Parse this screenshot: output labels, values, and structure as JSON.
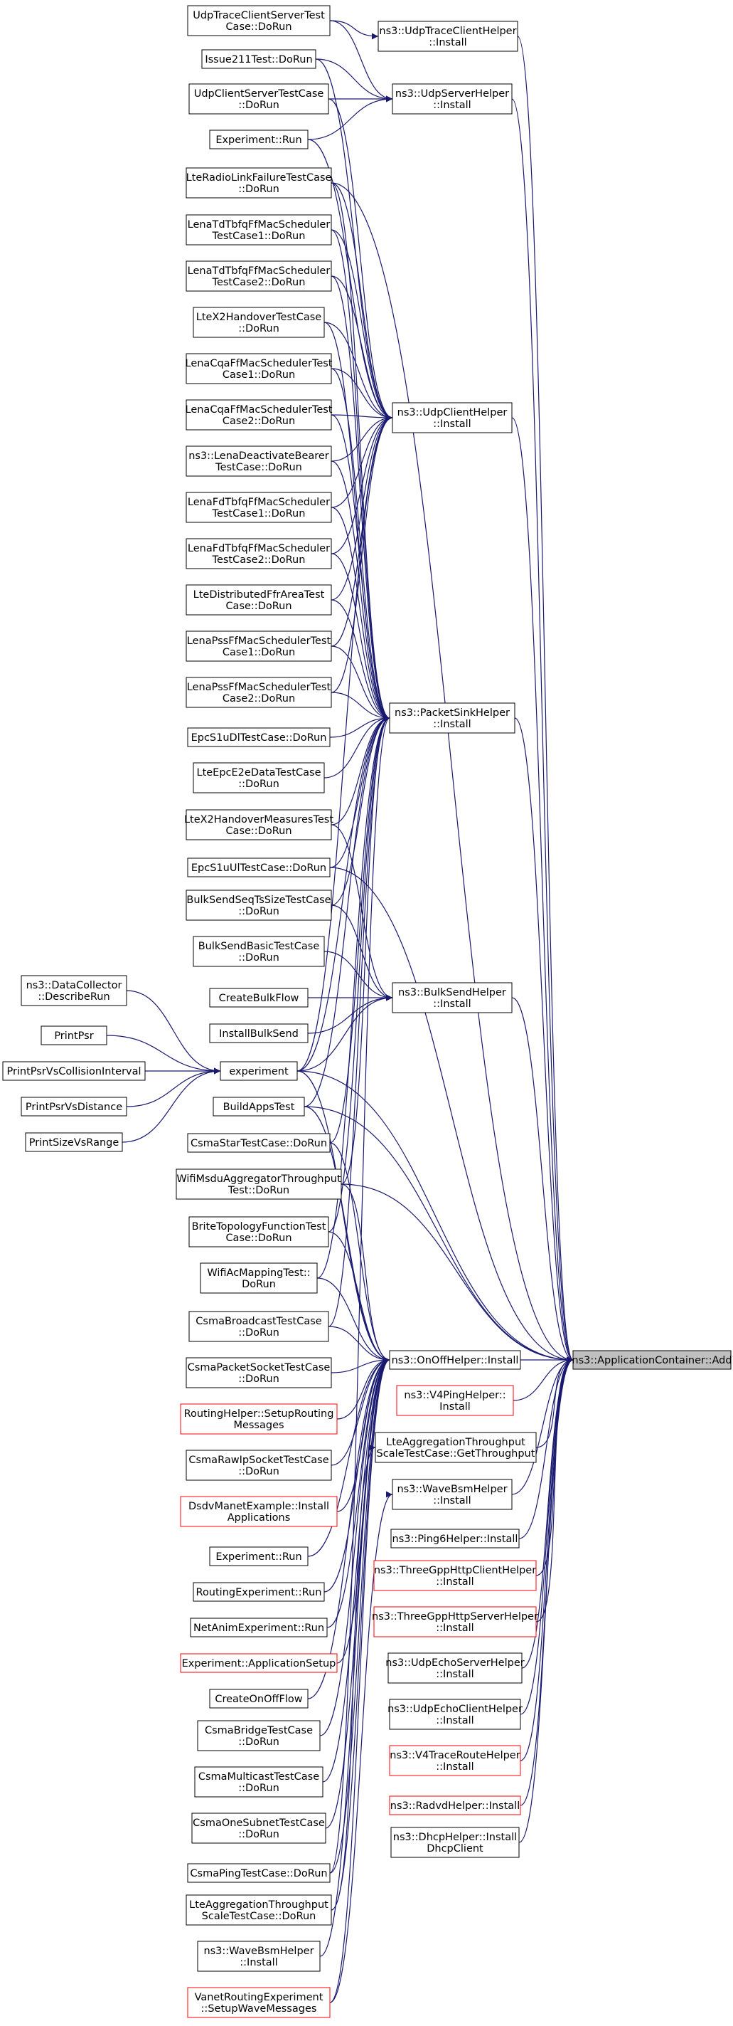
{
  "nodes": [
    {
      "id": "udpTraceClientServerTest",
      "lines": [
        "UdpTraceClientServerTest",
        "Case::DoRun"
      ],
      "variant": "normal"
    },
    {
      "id": "issue211Test",
      "lines": [
        "Issue211Test::DoRun"
      ],
      "variant": "normal"
    },
    {
      "id": "udpClientServerTestCase",
      "lines": [
        "UdpClientServerTestCase",
        "::DoRun"
      ],
      "variant": "normal"
    },
    {
      "id": "experimentRun1",
      "lines": [
        "Experiment::Run"
      ],
      "variant": "normal"
    },
    {
      "id": "lteRadioLinkFailure",
      "lines": [
        "LteRadioLinkFailureTestCase",
        "::DoRun"
      ],
      "variant": "normal"
    },
    {
      "id": "lenaTdTbfq1",
      "lines": [
        "LenaTdTbfqFfMacScheduler",
        "TestCase1::DoRun"
      ],
      "variant": "normal"
    },
    {
      "id": "lenaTdTbfq2",
      "lines": [
        "LenaTdTbfqFfMacScheduler",
        "TestCase2::DoRun"
      ],
      "variant": "normal"
    },
    {
      "id": "lteX2Handover",
      "lines": [
        "LteX2HandoverTestCase",
        "::DoRun"
      ],
      "variant": "normal"
    },
    {
      "id": "lenaCqa1",
      "lines": [
        "LenaCqaFfMacSchedulerTest",
        "Case1::DoRun"
      ],
      "variant": "normal"
    },
    {
      "id": "lenaCqa2",
      "lines": [
        "LenaCqaFfMacSchedulerTest",
        "Case2::DoRun"
      ],
      "variant": "normal"
    },
    {
      "id": "lenaDeactivateBearer",
      "lines": [
        "ns3::LenaDeactivateBearer",
        "TestCase::DoRun"
      ],
      "variant": "normal"
    },
    {
      "id": "lenaFdTbfq1",
      "lines": [
        "LenaFdTbfqFfMacScheduler",
        "TestCase1::DoRun"
      ],
      "variant": "normal"
    },
    {
      "id": "lenaFdTbfq2",
      "lines": [
        "LenaFdTbfqFfMacScheduler",
        "TestCase2::DoRun"
      ],
      "variant": "normal"
    },
    {
      "id": "lteDistributedFfr",
      "lines": [
        "LteDistributedFfrAreaTest",
        "Case::DoRun"
      ],
      "variant": "normal"
    },
    {
      "id": "lenaPss1",
      "lines": [
        "LenaPssFfMacSchedulerTest",
        "Case1::DoRun"
      ],
      "variant": "normal"
    },
    {
      "id": "lenaPss2",
      "lines": [
        "LenaPssFfMacSchedulerTest",
        "Case2::DoRun"
      ],
      "variant": "normal"
    },
    {
      "id": "epcS1uDl",
      "lines": [
        "EpcS1uDlTestCase::DoRun"
      ],
      "variant": "normal"
    },
    {
      "id": "lteEpcE2eData",
      "lines": [
        "LteEpcE2eDataTestCase",
        "::DoRun"
      ],
      "variant": "normal"
    },
    {
      "id": "lteX2HandoverMeasures",
      "lines": [
        "LteX2HandoverMeasuresTest",
        "Case::DoRun"
      ],
      "variant": "normal"
    },
    {
      "id": "epcS1uUl",
      "lines": [
        "EpcS1uUlTestCase::DoRun"
      ],
      "variant": "normal"
    },
    {
      "id": "bulkSendSeqTs",
      "lines": [
        "BulkSendSeqTsSizeTestCase",
        "::DoRun"
      ],
      "variant": "normal"
    },
    {
      "id": "bulkSendBasic",
      "lines": [
        "BulkSendBasicTestCase",
        "::DoRun"
      ],
      "variant": "normal"
    },
    {
      "id": "createBulkFlow",
      "lines": [
        "CreateBulkFlow"
      ],
      "variant": "normal"
    },
    {
      "id": "installBulkSend",
      "lines": [
        "InstallBulkSend"
      ],
      "variant": "normal"
    },
    {
      "id": "dataCollector",
      "lines": [
        "ns3::DataCollector",
        "::DescribeRun"
      ],
      "variant": "normal"
    },
    {
      "id": "printPsr",
      "lines": [
        "PrintPsr"
      ],
      "variant": "normal"
    },
    {
      "id": "printPsrCollision",
      "lines": [
        "PrintPsrVsCollisionInterval"
      ],
      "variant": "normal"
    },
    {
      "id": "printPsrDistance",
      "lines": [
        "PrintPsrVsDistance"
      ],
      "variant": "normal"
    },
    {
      "id": "printSizeRange",
      "lines": [
        "PrintSizeVsRange"
      ],
      "variant": "normal"
    },
    {
      "id": "experiment",
      "lines": [
        "experiment"
      ],
      "variant": "normal"
    },
    {
      "id": "buildAppsTest",
      "lines": [
        "BuildAppsTest"
      ],
      "variant": "normal"
    },
    {
      "id": "csmaStar",
      "lines": [
        "CsmaStarTestCase::DoRun"
      ],
      "variant": "normal"
    },
    {
      "id": "wifiMsduAggregator",
      "lines": [
        "WifiMsduAggregatorThroughput",
        "Test::DoRun"
      ],
      "variant": "normal"
    },
    {
      "id": "briteTopology",
      "lines": [
        "BriteTopologyFunctionTest",
        "Case::DoRun"
      ],
      "variant": "normal"
    },
    {
      "id": "wifiAcMapping",
      "lines": [
        "WifiAcMappingTest::",
        "DoRun"
      ],
      "variant": "normal"
    },
    {
      "id": "csmaBroadcast",
      "lines": [
        "CsmaBroadcastTestCase",
        "::DoRun"
      ],
      "variant": "normal"
    },
    {
      "id": "csmaPacketSocket",
      "lines": [
        "CsmaPacketSocketTestCase",
        "::DoRun"
      ],
      "variant": "normal"
    },
    {
      "id": "routingHelperSetup",
      "lines": [
        "RoutingHelper::SetupRouting",
        "Messages"
      ],
      "variant": "red"
    },
    {
      "id": "csmaRawIpSocket",
      "lines": [
        "CsmaRawIpSocketTestCase",
        "::DoRun"
      ],
      "variant": "normal"
    },
    {
      "id": "dsdvManet",
      "lines": [
        "DsdvManetExample::Install",
        "Applications"
      ],
      "variant": "red"
    },
    {
      "id": "experimentRun2",
      "lines": [
        "Experiment::Run"
      ],
      "variant": "normal"
    },
    {
      "id": "routingExperimentRun",
      "lines": [
        "RoutingExperiment::Run"
      ],
      "variant": "normal"
    },
    {
      "id": "netAnimExperimentRun",
      "lines": [
        "NetAnimExperiment::Run"
      ],
      "variant": "normal"
    },
    {
      "id": "experimentAppSetup",
      "lines": [
        "Experiment::ApplicationSetup"
      ],
      "variant": "red"
    },
    {
      "id": "createOnOffFlow",
      "lines": [
        "CreateOnOffFlow"
      ],
      "variant": "normal"
    },
    {
      "id": "csmaBridge",
      "lines": [
        "CsmaBridgeTestCase",
        "::DoRun"
      ],
      "variant": "normal"
    },
    {
      "id": "csmaMulticast",
      "lines": [
        "CsmaMulticastTestCase",
        "::DoRun"
      ],
      "variant": "normal"
    },
    {
      "id": "csmaOneSubnet",
      "lines": [
        "CsmaOneSubnetTestCase",
        "::DoRun"
      ],
      "variant": "normal"
    },
    {
      "id": "csmaPing",
      "lines": [
        "CsmaPingTestCase::DoRun"
      ],
      "variant": "normal"
    },
    {
      "id": "lteAggThroughputDoRun",
      "lines": [
        "LteAggregationThroughput",
        "ScaleTestCase::DoRun"
      ],
      "variant": "normal"
    },
    {
      "id": "waveBsmHelperLeft",
      "lines": [
        "ns3::WaveBsmHelper",
        "::Install"
      ],
      "variant": "normal"
    },
    {
      "id": "vanetRouting",
      "lines": [
        "VanetRoutingExperiment",
        "::SetupWaveMessages"
      ],
      "variant": "red"
    },
    {
      "id": "udpTraceClientHelper",
      "lines": [
        "ns3::UdpTraceClientHelper",
        "::Install"
      ],
      "variant": "normal"
    },
    {
      "id": "udpServerHelper",
      "lines": [
        "ns3::UdpServerHelper",
        "::Install"
      ],
      "variant": "normal"
    },
    {
      "id": "udpClientHelper",
      "lines": [
        "ns3::UdpClientHelper",
        "::Install"
      ],
      "variant": "normal"
    },
    {
      "id": "packetSinkHelper",
      "lines": [
        "ns3::PacketSinkHelper",
        "::Install"
      ],
      "variant": "normal"
    },
    {
      "id": "bulkSendHelper",
      "lines": [
        "ns3::BulkSendHelper",
        "::Install"
      ],
      "variant": "normal"
    },
    {
      "id": "onOffHelper",
      "lines": [
        "ns3::OnOffHelper::Install"
      ],
      "variant": "normal"
    },
    {
      "id": "v4PingHelper",
      "lines": [
        "ns3::V4PingHelper::",
        "Install"
      ],
      "variant": "red"
    },
    {
      "id": "lteAggThroughputGet",
      "lines": [
        "LteAggregationThroughput",
        "ScaleTestCase::GetThroughput"
      ],
      "variant": "normal"
    },
    {
      "id": "waveBsmHelperRight",
      "lines": [
        "ns3::WaveBsmHelper",
        "::Install"
      ],
      "variant": "normal"
    },
    {
      "id": "ping6Helper",
      "lines": [
        "ns3::Ping6Helper::Install"
      ],
      "variant": "normal"
    },
    {
      "id": "threeGppClient",
      "lines": [
        "ns3::ThreeGppHttpClientHelper",
        "::Install"
      ],
      "variant": "red"
    },
    {
      "id": "threeGppServer",
      "lines": [
        "ns3::ThreeGppHttpServerHelper",
        "::Install"
      ],
      "variant": "red"
    },
    {
      "id": "udpEchoServer",
      "lines": [
        "ns3::UdpEchoServerHelper",
        "::Install"
      ],
      "variant": "normal"
    },
    {
      "id": "udpEchoClient",
      "lines": [
        "ns3::UdpEchoClientHelper",
        "::Install"
      ],
      "variant": "normal"
    },
    {
      "id": "v4TraceRoute",
      "lines": [
        "ns3::V4TraceRouteHelper",
        "::Install"
      ],
      "variant": "red"
    },
    {
      "id": "radvdHelper",
      "lines": [
        "ns3::RadvdHelper::Install"
      ],
      "variant": "red"
    },
    {
      "id": "dhcpHelper",
      "lines": [
        "ns3::DhcpHelper::Install",
        "DhcpClient"
      ],
      "variant": "normal"
    },
    {
      "id": "applicationContainerAdd",
      "lines": [
        "ns3::ApplicationContainer::Add"
      ],
      "variant": "target"
    }
  ],
  "edges": [
    [
      "udpTraceClientServerTest",
      "udpTraceClientHelper"
    ],
    [
      "udpTraceClientServerTest",
      "udpServerHelper"
    ],
    [
      "issue211Test",
      "udpServerHelper"
    ],
    [
      "issue211Test",
      "udpClientHelper"
    ],
    [
      "udpClientServerTestCase",
      "udpServerHelper"
    ],
    [
      "udpClientServerTestCase",
      "udpClientHelper"
    ],
    [
      "experimentRun1",
      "udpServerHelper"
    ],
    [
      "experimentRun1",
      "udpClientHelper"
    ],
    [
      "lteRadioLinkFailure",
      "udpClientHelper"
    ],
    [
      "lteRadioLinkFailure",
      "packetSinkHelper"
    ],
    [
      "lteRadioLinkFailure",
      "applicationContainerAdd"
    ],
    [
      "lenaTdTbfq1",
      "udpClientHelper"
    ],
    [
      "lenaTdTbfq1",
      "packetSinkHelper"
    ],
    [
      "lenaTdTbfq2",
      "udpClientHelper"
    ],
    [
      "lenaTdTbfq2",
      "packetSinkHelper"
    ],
    [
      "lteX2Handover",
      "udpClientHelper"
    ],
    [
      "lteX2Handover",
      "packetSinkHelper"
    ],
    [
      "lenaCqa1",
      "udpClientHelper"
    ],
    [
      "lenaCqa1",
      "packetSinkHelper"
    ],
    [
      "lenaCqa2",
      "udpClientHelper"
    ],
    [
      "lenaCqa2",
      "packetSinkHelper"
    ],
    [
      "lenaDeactivateBearer",
      "udpClientHelper"
    ],
    [
      "lenaDeactivateBearer",
      "packetSinkHelper"
    ],
    [
      "lenaFdTbfq1",
      "udpClientHelper"
    ],
    [
      "lenaFdTbfq1",
      "packetSinkHelper"
    ],
    [
      "lenaFdTbfq2",
      "udpClientHelper"
    ],
    [
      "lenaFdTbfq2",
      "packetSinkHelper"
    ],
    [
      "lteDistributedFfr",
      "udpClientHelper"
    ],
    [
      "lteDistributedFfr",
      "packetSinkHelper"
    ],
    [
      "lenaPss1",
      "udpClientHelper"
    ],
    [
      "lenaPss1",
      "packetSinkHelper"
    ],
    [
      "lenaPss2",
      "udpClientHelper"
    ],
    [
      "lenaPss2",
      "packetSinkHelper"
    ],
    [
      "epcS1uDl",
      "packetSinkHelper"
    ],
    [
      "lteEpcE2eData",
      "packetSinkHelper"
    ],
    [
      "lteX2HandoverMeasures",
      "packetSinkHelper"
    ],
    [
      "lteX2HandoverMeasures",
      "bulkSendHelper"
    ],
    [
      "epcS1uUl",
      "packetSinkHelper"
    ],
    [
      "epcS1uUl",
      "applicationContainerAdd"
    ],
    [
      "bulkSendSeqTs",
      "packetSinkHelper"
    ],
    [
      "bulkSendSeqTs",
      "bulkSendHelper"
    ],
    [
      "bulkSendBasic",
      "bulkSendHelper"
    ],
    [
      "createBulkFlow",
      "bulkSendHelper"
    ],
    [
      "installBulkSend",
      "bulkSendHelper"
    ],
    [
      "dataCollector",
      "experiment"
    ],
    [
      "printPsr",
      "experiment"
    ],
    [
      "printPsrCollision",
      "experiment"
    ],
    [
      "printPsrDistance",
      "experiment"
    ],
    [
      "printSizeRange",
      "experiment"
    ],
    [
      "experiment",
      "packetSinkHelper"
    ],
    [
      "experiment",
      "bulkSendHelper"
    ],
    [
      "experiment",
      "udpClientHelper"
    ],
    [
      "experiment",
      "onOffHelper"
    ],
    [
      "experiment",
      "applicationContainerAdd"
    ],
    [
      "buildAppsTest",
      "packetSinkHelper"
    ],
    [
      "buildAppsTest",
      "onOffHelper"
    ],
    [
      "buildAppsTest",
      "applicationContainerAdd"
    ],
    [
      "csmaStar",
      "packetSinkHelper"
    ],
    [
      "csmaStar",
      "onOffHelper"
    ],
    [
      "wifiMsduAggregator",
      "packetSinkHelper"
    ],
    [
      "wifiMsduAggregator",
      "onOffHelper"
    ],
    [
      "wifiMsduAggregator",
      "applicationContainerAdd"
    ],
    [
      "briteTopology",
      "packetSinkHelper"
    ],
    [
      "briteTopology",
      "onOffHelper"
    ],
    [
      "wifiAcMapping",
      "packetSinkHelper"
    ],
    [
      "wifiAcMapping",
      "onOffHelper"
    ],
    [
      "csmaBroadcast",
      "onOffHelper"
    ],
    [
      "csmaBroadcast",
      "packetSinkHelper"
    ],
    [
      "csmaPacketSocket",
      "onOffHelper"
    ],
    [
      "routingHelperSetup",
      "onOffHelper"
    ],
    [
      "csmaRawIpSocket",
      "onOffHelper"
    ],
    [
      "dsdvManet",
      "onOffHelper"
    ],
    [
      "experimentRun2",
      "onOffHelper"
    ],
    [
      "routingExperimentRun",
      "onOffHelper"
    ],
    [
      "netAnimExperimentRun",
      "onOffHelper"
    ],
    [
      "experimentAppSetup",
      "onOffHelper"
    ],
    [
      "createOnOffFlow",
      "onOffHelper"
    ],
    [
      "csmaBridge",
      "onOffHelper"
    ],
    [
      "csmaMulticast",
      "onOffHelper"
    ],
    [
      "csmaOneSubnet",
      "onOffHelper"
    ],
    [
      "csmaPing",
      "onOffHelper"
    ],
    [
      "csmaPing",
      "packetSinkHelper"
    ],
    [
      "lteAggThroughputDoRun",
      "onOffHelper"
    ],
    [
      "lteAggThroughputDoRun",
      "lteAggThroughputGet"
    ],
    [
      "waveBsmHelperLeft",
      "onOffHelper"
    ],
    [
      "vanetRouting",
      "onOffHelper"
    ],
    [
      "vanetRouting",
      "waveBsmHelperRight"
    ],
    [
      "udpTraceClientHelper",
      "applicationContainerAdd"
    ],
    [
      "udpServerHelper",
      "applicationContainerAdd"
    ],
    [
      "udpClientHelper",
      "applicationContainerAdd"
    ],
    [
      "packetSinkHelper",
      "applicationContainerAdd"
    ],
    [
      "bulkSendHelper",
      "applicationContainerAdd"
    ],
    [
      "onOffHelper",
      "applicationContainerAdd"
    ],
    [
      "v4PingHelper",
      "applicationContainerAdd"
    ],
    [
      "lteAggThroughputGet",
      "applicationContainerAdd"
    ],
    [
      "waveBsmHelperRight",
      "applicationContainerAdd"
    ],
    [
      "ping6Helper",
      "applicationContainerAdd"
    ],
    [
      "threeGppClient",
      "applicationContainerAdd"
    ],
    [
      "threeGppServer",
      "applicationContainerAdd"
    ],
    [
      "udpEchoServer",
      "applicationContainerAdd"
    ],
    [
      "udpEchoClient",
      "applicationContainerAdd"
    ],
    [
      "v4TraceRoute",
      "applicationContainerAdd"
    ],
    [
      "radvdHelper",
      "applicationContainerAdd"
    ],
    [
      "dhcpHelper",
      "applicationContainerAdd"
    ]
  ],
  "colors": {
    "edge": "#191970",
    "border": "#000000",
    "red_border": "#ff0000",
    "target_fill": "#bfbfbf",
    "node_fill": "#ffffff"
  }
}
